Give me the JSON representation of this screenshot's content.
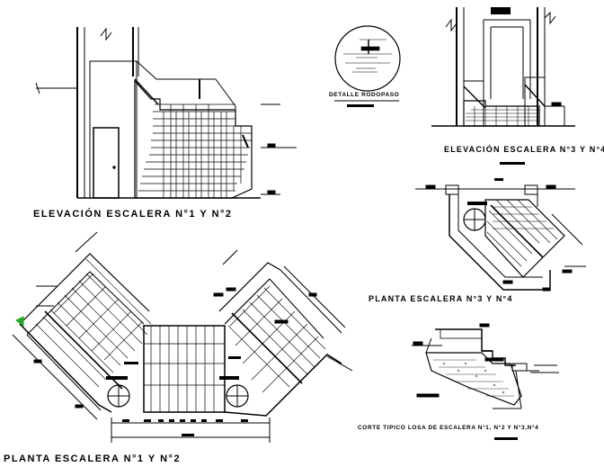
{
  "titles": {
    "elev_12": "ELEVACIÓN ESCALERA N°1 Y N°2",
    "elev_34": "ELEVACIÓN ESCALERA N°3 Y N°4",
    "detalle": "DETALLE RODOPASO",
    "plan_34": "PLANTA ESCALERA N°3 Y N°4",
    "plan_12": "PLANTA ESCALERA N°1 Y N°2",
    "corte": "CORTE TIPICO LOSA DE ESCALERA N°1, N°2 Y N°3,N°4"
  },
  "colors": {
    "line": "#000000",
    "background": "#ffffff",
    "marker": "#22aa22"
  }
}
